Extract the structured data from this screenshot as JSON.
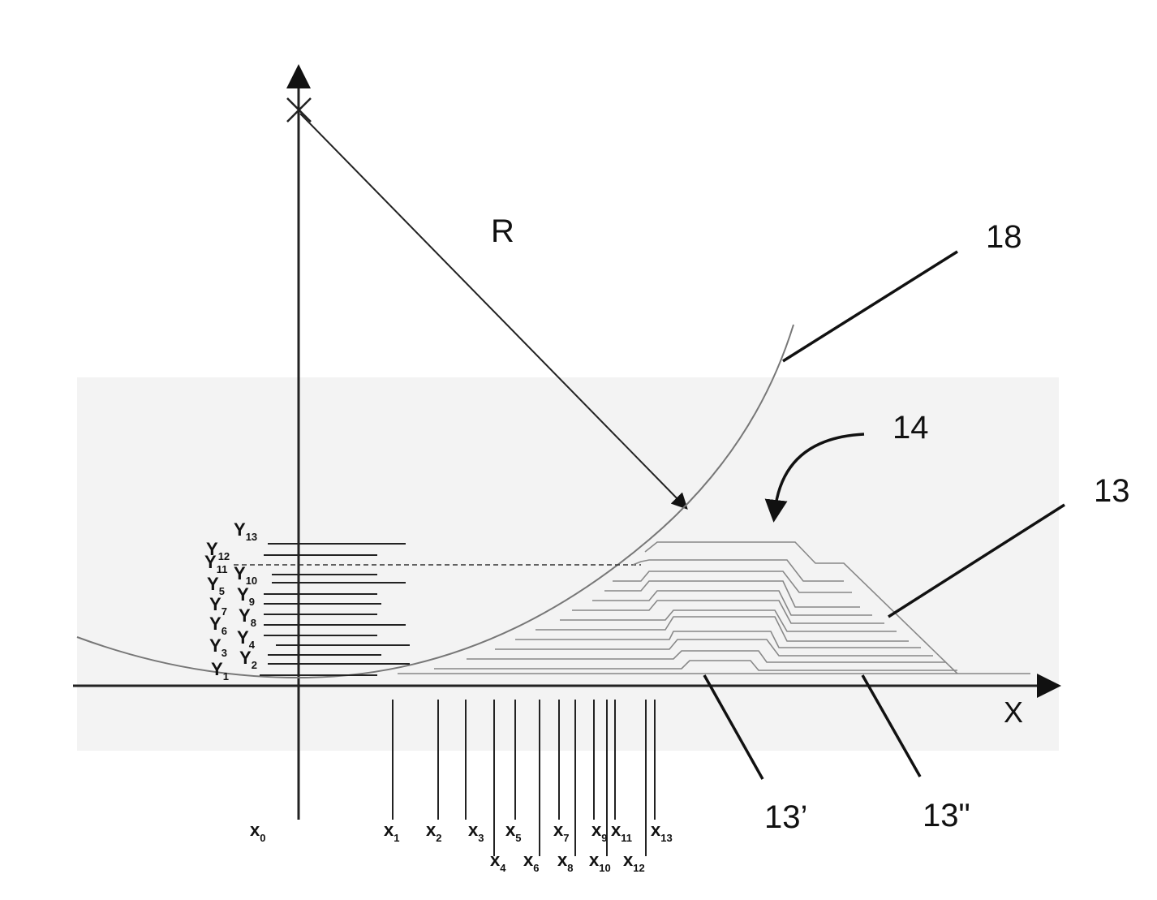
{
  "figure": {
    "radius_label": "R",
    "axis_x_label": "X",
    "reference_labels": [
      "18",
      "14",
      "13",
      "13’",
      "13\""
    ]
  },
  "x_positions": [
    {
      "sym": "x",
      "sub": "0"
    },
    {
      "sym": "x",
      "sub": "1"
    },
    {
      "sym": "x",
      "sub": "2"
    },
    {
      "sym": "x",
      "sub": "3"
    },
    {
      "sym": "x",
      "sub": "4"
    },
    {
      "sym": "x",
      "sub": "5"
    },
    {
      "sym": "x",
      "sub": "6"
    },
    {
      "sym": "x",
      "sub": "7"
    },
    {
      "sym": "x",
      "sub": "8"
    },
    {
      "sym": "x",
      "sub": "9"
    },
    {
      "sym": "x",
      "sub": "10"
    },
    {
      "sym": "x",
      "sub": "11"
    },
    {
      "sym": "x",
      "sub": "12"
    },
    {
      "sym": "x",
      "sub": "13"
    }
  ],
  "y_levels": [
    {
      "sym": "Y",
      "sub": "1"
    },
    {
      "sym": "Y",
      "sub": "2"
    },
    {
      "sym": "Y",
      "sub": "3"
    },
    {
      "sym": "Y",
      "sub": "4"
    },
    {
      "sym": "Y",
      "sub": "5"
    },
    {
      "sym": "Y",
      "sub": "6"
    },
    {
      "sym": "Y",
      "sub": "7"
    },
    {
      "sym": "Y",
      "sub": "8"
    },
    {
      "sym": "Y",
      "sub": "9"
    },
    {
      "sym": "Y",
      "sub": "10"
    },
    {
      "sym": "Y",
      "sub": "11"
    },
    {
      "sym": "Y",
      "sub": "12"
    },
    {
      "sym": "Y",
      "sub": "13"
    }
  ]
}
